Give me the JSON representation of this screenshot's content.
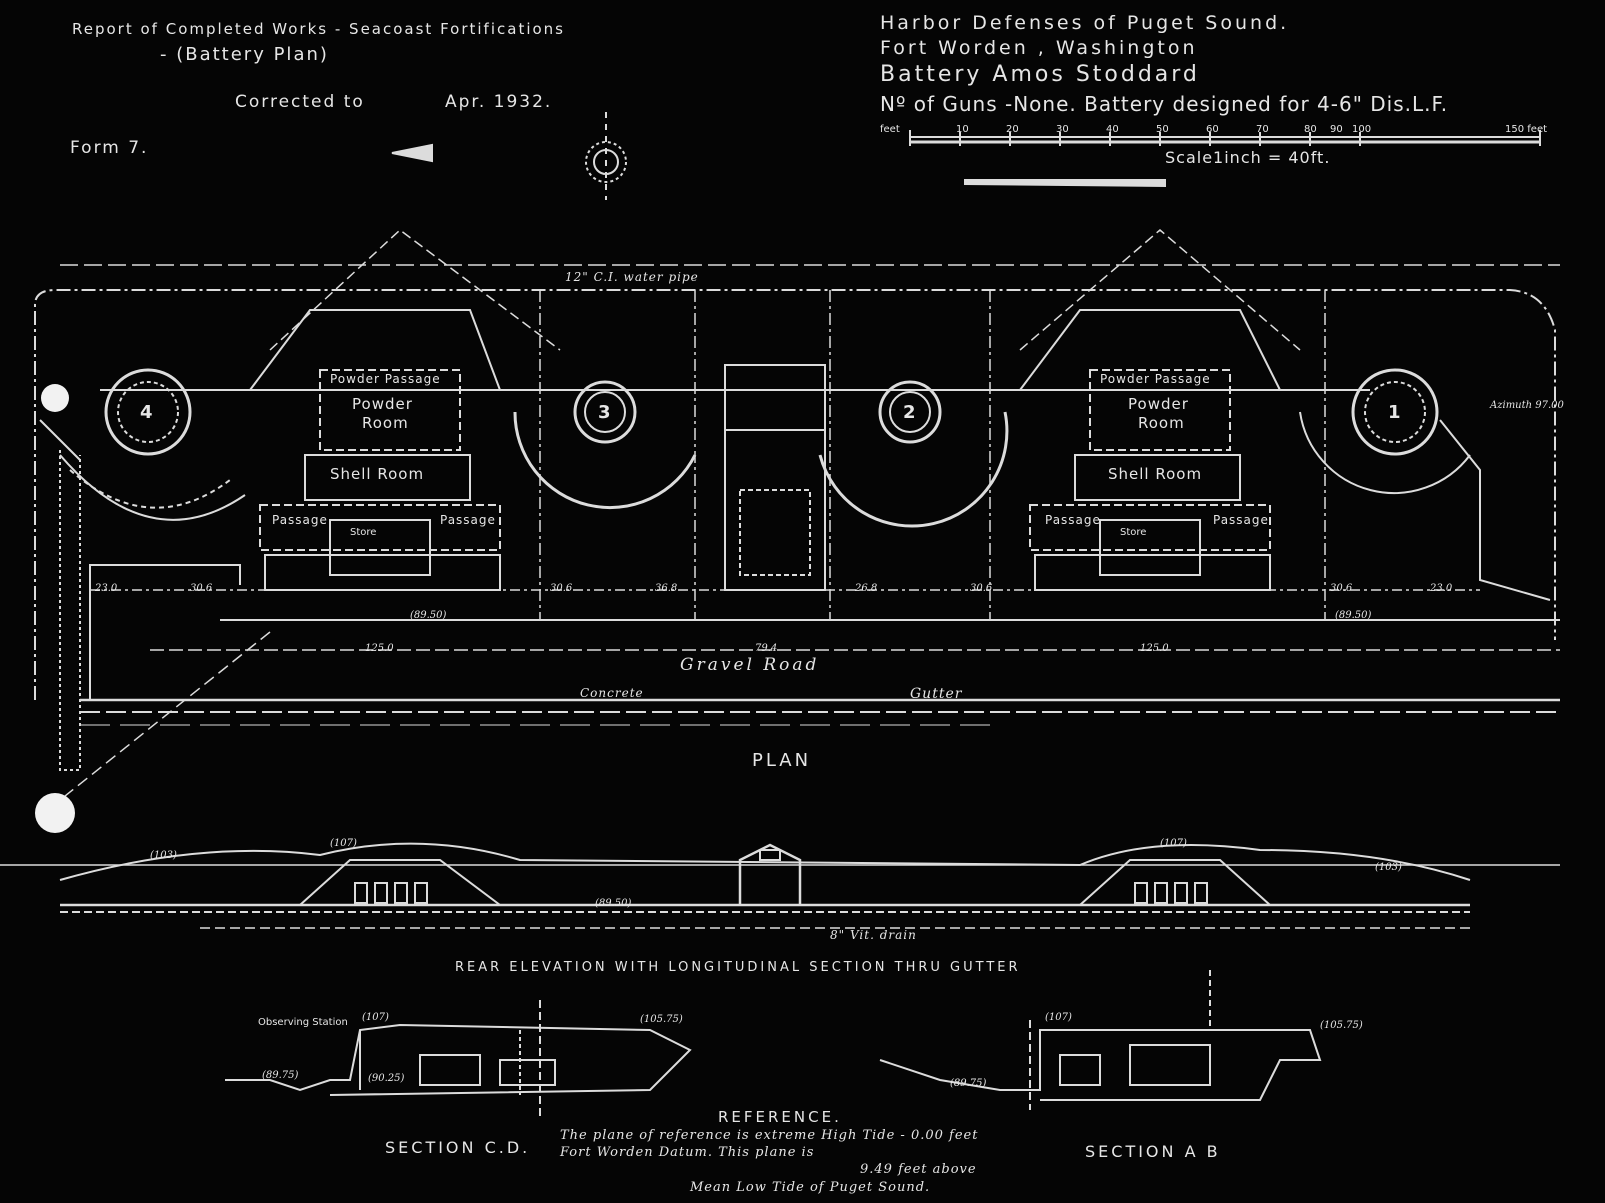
{
  "header_left": {
    "line1": "Report of Completed Works - Seacoast Fortifications",
    "line2": "- (Battery Plan)",
    "corrected": "Corrected to",
    "date": "Apr. 1932.",
    "form": "Form 7."
  },
  "header_right": {
    "line1": "Harbor Defenses of Puget Sound.",
    "line2": "Fort Worden , Washington",
    "line3": "Battery Amos Stoddard",
    "line4": "Nº of Guns -None. Battery designed for 4-6\" Dis.L.F.",
    "scale": "Scale1inch = 40ft.",
    "scale_left": "feet",
    "scale_right": "150 feet",
    "scale_ticks": [
      "10",
      "20",
      "30",
      "40",
      "50",
      "60",
      "70",
      "80",
      "90",
      "100"
    ]
  },
  "plan": {
    "title": "PLAN",
    "gun_labels": [
      "4",
      "3",
      "2",
      "1"
    ],
    "rooms": {
      "left": {
        "passage_top": "Powder Passage",
        "powder": "Powder",
        "powder_room": "Room",
        "shell_room": "Shell Room",
        "passage_l": "Passage",
        "passage_r": "Passage",
        "store": "Store"
      },
      "right": {
        "passage_top": "Powder Passage",
        "powder": "Powder",
        "powder_room": "Room",
        "shell_room": "Shell Room",
        "passage_l": "Passage",
        "passage_r": "Passage",
        "store": "Store"
      }
    },
    "dims": {
      "d1": "23.0",
      "d2": "30.6",
      "d3": "30.6",
      "d4": "36.8",
      "d5": "26.8",
      "d6": "30.6",
      "d7": "30.6",
      "d8": "23.0",
      "d9": "125.0",
      "d10": "79.4",
      "d11": "125.0",
      "e1": "(89.50)",
      "e2": "(89.50)"
    },
    "road": "Gravel Road",
    "gutter_left": "Concrete",
    "gutter_right": "Gutter",
    "waterpipe": "12\" C.I. water pipe",
    "azimuth": "Azimuth 97.00"
  },
  "elevation": {
    "title": "Rear Elevation with Longitudinal Section thru Gutter",
    "drain": "8\" Vit. drain",
    "e1": "(107)",
    "e2": "(107)",
    "e3": "(89.50)",
    "e4": "(103)",
    "e5": "(103)"
  },
  "section_cd": {
    "title": "Section C.D.",
    "observing": "Observing Station",
    "e1": "(89.75)",
    "e2": "(90.25)",
    "e3": "(107)",
    "e4": "(105.75)"
  },
  "section_ab": {
    "title": "Section A B",
    "e1": "(89.75)",
    "e2": "(107)",
    "e3": "(105.75)"
  },
  "reference": {
    "title": "Reference.",
    "line1": "The plane of reference is extreme High Tide - 0.00 feet",
    "line2": "Fort Worden Datum. This plane is",
    "line3": "9.49 feet above",
    "line4": "Mean Low Tide of Puget Sound."
  }
}
